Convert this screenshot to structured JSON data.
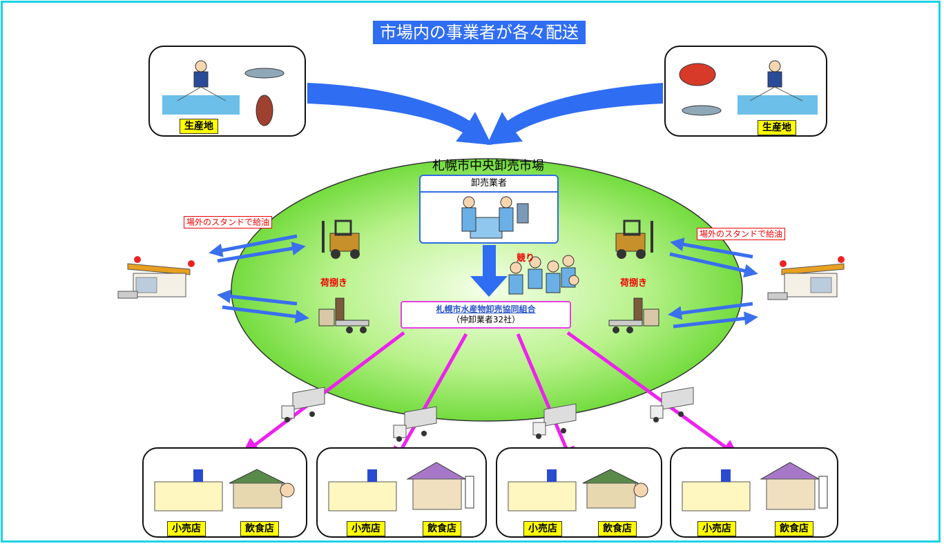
{
  "title": "市場内の事業者が各々配送",
  "origin_label": "生産地",
  "market": {
    "name": "札幌市中央卸売市場",
    "wholesaler_label": "卸売業者",
    "auction_label": "競り",
    "cargo_label": "荷捌き",
    "fuel_label": "場外のスタンドで給油",
    "coop_name": "札幌市水産物卸売協同組合",
    "coop_sub": "（仲卸業者32社）"
  },
  "retail_label": "小売店",
  "restaurant_label": "飲食店",
  "colors": {
    "frame": "#19d3e6",
    "title_bg": "#2f6df2",
    "ellipse": "#7fe34a",
    "blue_arrow": "#2f6df2",
    "magenta_arrow": "#ee22ee"
  }
}
